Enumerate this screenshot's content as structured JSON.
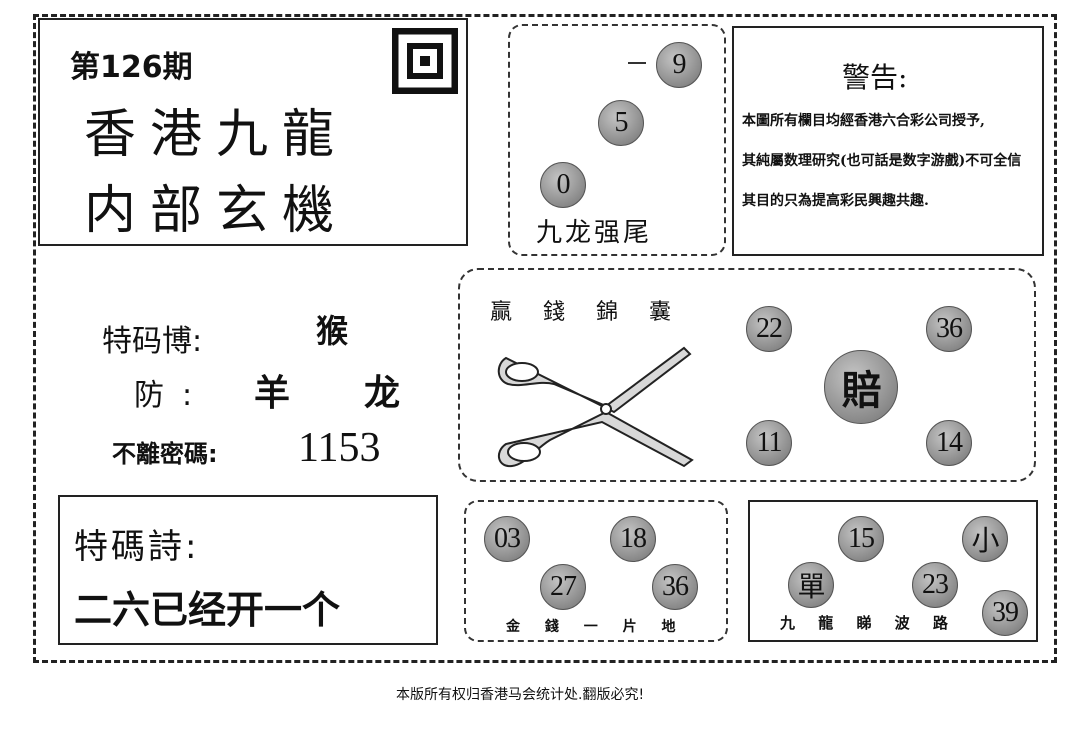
{
  "header": {
    "issue": "第126期",
    "title_line1": "香港九龍",
    "title_line2": "内部玄機",
    "logo_char": "回"
  },
  "tail": {
    "balls": [
      "9",
      "5",
      "0"
    ],
    "caption": "九龙强尾"
  },
  "warning": {
    "title": "警告:",
    "lines": [
      "本圖所有欄目均經香港六合彩公司授予,",
      "其純屬数理研究(也可話是数字游戲)不可全信",
      "其目的只為提高彩民興趣共趣."
    ]
  },
  "codes": {
    "bet_label": "特码博:",
    "bet_value": "猴",
    "guard_label": "防:",
    "guard_value1": "羊",
    "guard_value2": "龙",
    "secret_label": "不離密碼:",
    "secret_value": "1153"
  },
  "poem": {
    "label": "特碼詩:",
    "text": "二六已经开一个"
  },
  "scissors": {
    "caption": "贏 錢 錦 囊",
    "center": "賠",
    "balls": [
      "22",
      "36",
      "11",
      "14"
    ]
  },
  "gold": {
    "balls": [
      "03",
      "18",
      "27",
      "36"
    ],
    "caption": "金 錢 一 片 地"
  },
  "wave": {
    "balls": [
      "15",
      "小",
      "單",
      "23",
      "39"
    ],
    "caption": "九 龍 睇 波 路"
  },
  "footer": {
    "text": "本版所有权归香港马会统计处.翻版必究!"
  }
}
